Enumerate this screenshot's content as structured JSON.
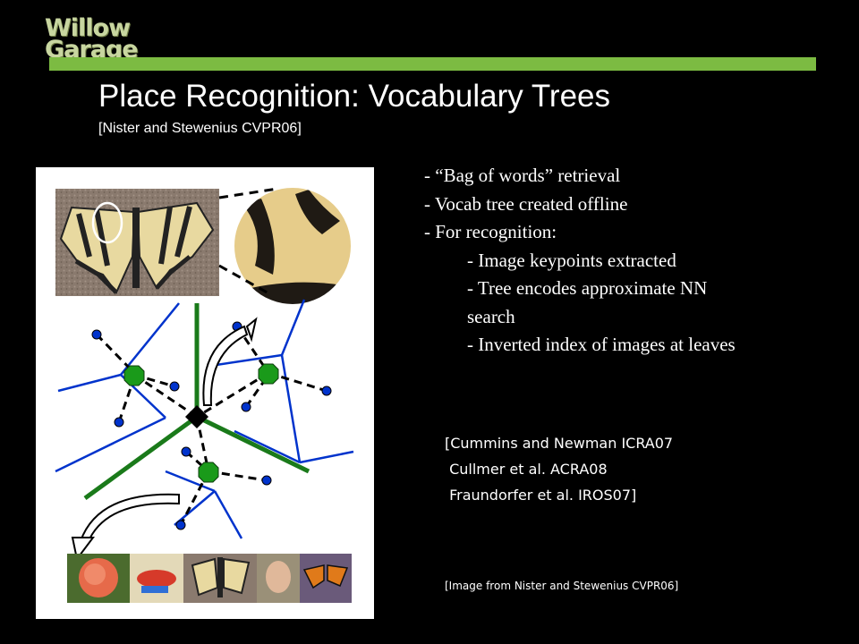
{
  "logo": {
    "line1": "Willow",
    "line2": "Garage"
  },
  "colors": {
    "background": "#000000",
    "accent_bar": "#7cbb42",
    "tree_green": "#1a7a1a",
    "node_blue": "#0033cc"
  },
  "title": "Place Recognition: Vocabulary Trees",
  "subtitle": "[Nister and Stewenius CVPR06]",
  "bullets": [
    {
      "text": "- “Bag of words” retrieval"
    },
    {
      "text": "- Vocab tree created offline"
    },
    {
      "text": "- For recognition:"
    },
    {
      "text": "- Image keypoints extracted"
    },
    {
      "text": "- Tree encodes approximate NN"
    },
    {
      "text": "search"
    },
    {
      "text": "- Inverted index of images at leaves"
    }
  ],
  "references": [
    "[Cummins and Newman ICRA07",
    " Cullmer et al. ACRA08",
    " Fraundorfer et al. IROS07]"
  ],
  "credit": "[Image from Nister and Stewenius CVPR06]"
}
